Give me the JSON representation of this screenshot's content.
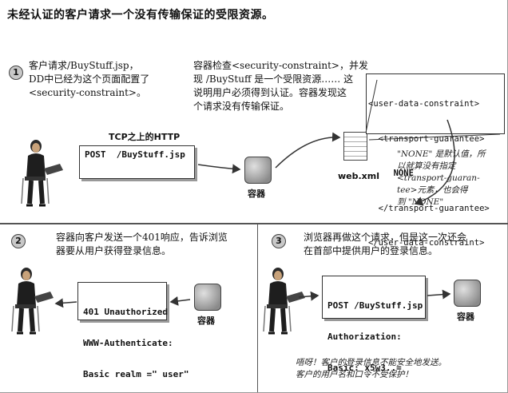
{
  "title": "未经认证的客户请求一个没有传输保证的受限资源。",
  "step1": {
    "number": "1",
    "text_lines": [
      "客户请求/BuyStuff.jsp，",
      "DD中已经为这个页面配置了",
      "<security-constraint>。"
    ],
    "container_text_lines": [
      "容器检查<security-constraint>，并发",
      "现 /BuyStuff 是一个受限资源…… 这",
      "说明用户必须得到认证。容器发现这",
      "个请求没有传输保证。"
    ],
    "http_label": "TCP之上的HTTP",
    "request": "POST  /BuyStuff.jsp",
    "server_label": "容器",
    "file_label": "web.xml",
    "code_lines": [
      "<user-data-constraint>",
      "  <transport-guarantee>",
      "     NONE",
      "  </transport-guarantee>",
      "</user-data-constraint>"
    ],
    "note_lines": [
      "\"NONE\" 是默认值，所",
      "以就算没有指定",
      "<transport-guaran-",
      "tee>元素，也会得",
      "到 \"NONE\""
    ]
  },
  "step2": {
    "number": "2",
    "text_lines": [
      "容器向客户发送一个401响应，告诉浏览",
      "器要从用户获得登录信息。"
    ],
    "response_lines": [
      "401 Unauthorized",
      "WWW-Authenticate:",
      "Basic realm =\" user\""
    ],
    "server_label": "容器"
  },
  "step3": {
    "number": "3",
    "text_lines": [
      "浏览器再做这个请求，但是这一次还会",
      "在首部中提供用户的登录信息。"
    ],
    "request_lines": [
      "POST /BuyStuff.jsp",
      "Authorization:",
      "Basic: x5w3..="
    ],
    "server_label": "容器",
    "note_lines": [
      "唔呀！客户的登录信息不能安全地发送。",
      "客户的用户名和口令不受保护！"
    ]
  }
}
